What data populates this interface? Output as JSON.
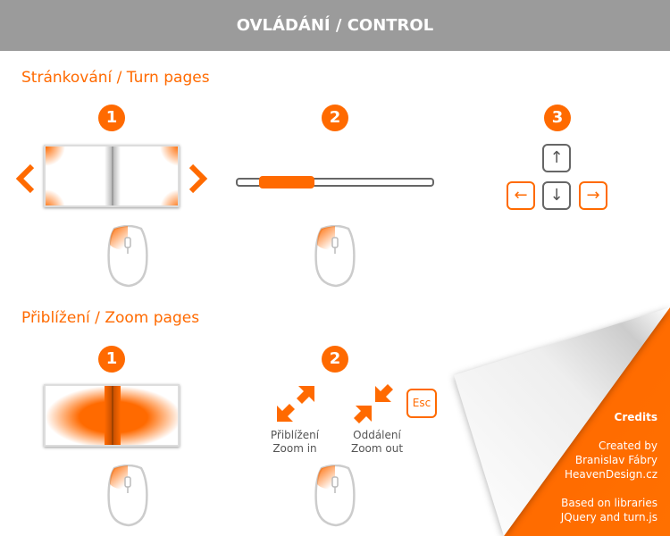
{
  "header": {
    "title": "OVLÁDÁNÍ / CONTROL"
  },
  "turn": {
    "title": "Stránkování / Turn pages",
    "steps": [
      "1",
      "2",
      "3"
    ]
  },
  "zoom": {
    "title": "Přiblížení / Zoom pages",
    "steps": [
      "1",
      "2"
    ],
    "zoom_in": [
      "Přiblížení",
      "Zoom in"
    ],
    "zoom_out": [
      "Oddálení",
      "Zoom out"
    ],
    "esc": "Esc"
  },
  "keys": {
    "up": "↑",
    "down": "↓",
    "left": "←",
    "right": "→"
  },
  "credits": {
    "title": "Credits",
    "created": [
      "Created by",
      "Branislav Fábry",
      "HeavenDesign.cz"
    ],
    "based": [
      "Based on libraries",
      "JQuery and turn.js"
    ]
  },
  "colors": {
    "accent": "#ff6a00",
    "header": "#9b9b9b"
  }
}
